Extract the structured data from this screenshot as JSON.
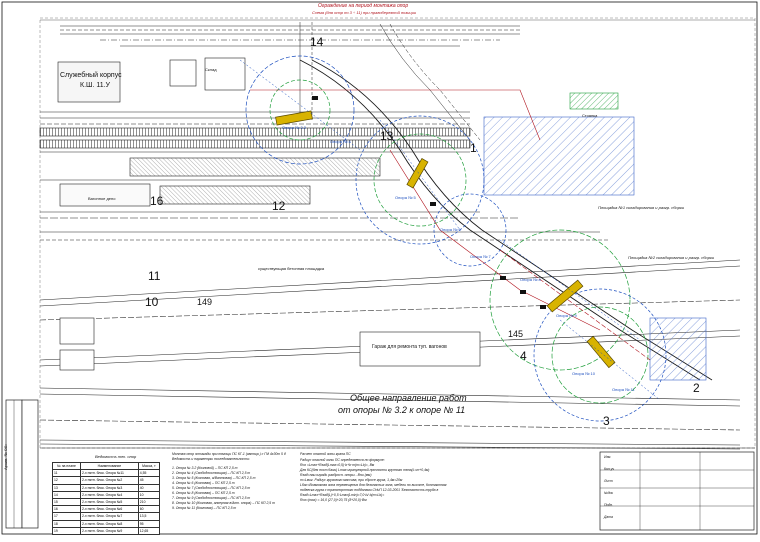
{
  "header": {
    "line1": "Ограждение на период монтажа опор",
    "line2": "Схема (для опор по 3 ÷ 11) при правобережной позиции"
  },
  "labels": {
    "service_building": "Служебный корпус",
    "service_building_sub": "К.Ш. 11.У",
    "concrete_pad": "существующая бетонная площадка",
    "garage": "Гараж для ремонта туп. вагонов",
    "direction_1": "Общее направление работ",
    "direction_2": "от опоры № 3.2 к опоре № 11",
    "vagon_depot": "Вагонное депо",
    "warehouse": "Склад",
    "car_park": "Стоянка",
    "platform_1": "Площадка №1 складирования и разгр. сборки",
    "platform_2": "Площадка №2 складирования и разгр. сборки",
    "numbers": [
      "14",
      "13",
      "12",
      "16",
      "10",
      "11",
      "149",
      "145",
      "4",
      "3",
      "2",
      "1"
    ]
  },
  "supports": {
    "items": [
      "Опора № 3.2",
      "Опора № 4",
      "Опора № 5",
      "Опора № 6",
      "Опора № 7",
      "Опора № 8",
      "Опора № 9",
      "Опора № 10",
      "Опора № 11"
    ]
  },
  "legend_table": {
    "title": "Ведомость тех. опор",
    "headers": [
      "№ на плане",
      "Наименование",
      "Масса, т"
    ],
    "rows": [
      [
        "11",
        "2-х пятн. блок. Опора №11",
        "4,55"
      ],
      [
        "12",
        "2-х пятн. блок. Опора №2",
        "45"
      ],
      [
        "13",
        "2-х пятн. блок. Опора №3",
        "40"
      ],
      [
        "14",
        "2-х пятн. блок. Опора №4",
        "10"
      ],
      [
        "15",
        "2-х пятн. блок. Опора №5",
        "210"
      ],
      [
        "16",
        "2-х пятн. блок. Опора №6",
        "60"
      ],
      [
        "17",
        "2-х пятн. блок. Опора №7",
        "13,5"
      ],
      [
        "18",
        "2-х пятн. блок. Опора №8",
        "95"
      ],
      [
        "19",
        "2-х пятн. блок. Опора №9",
        "12,65"
      ]
    ]
  },
  "notes_left": {
    "title": "Монтаж опор эстакады при помощи ПС КГ-1 (автокр.) с ГМ 4х30т 5 д",
    "subtitle": "Ведомость и параметры последовательности:",
    "lines": [
      "1. Опора № 3.2 (Козловой) – ПС КП 2,5 т",
      "2. Опора № 4 (Свободностоящая) – ПС КП 2,5 т",
      "3. Опора № 5 (Козловая, а/Вантовая) – ПС КП 2,5 т",
      "4. Опора № 6 (Козловая) – ПС КП 2,5 т",
      "5. Опора № 7 (Свободностоящая) – ПС КП 2,5 т",
      "6. Опора № 8 (Козловая) – ПС КП 2,5 т",
      "7. Опора № 9 (Свободностоящая) – ПС КП 2,5 т",
      "8. Опора № 10 (Козловая, анкерная в/Ант. опора) – ПС КП 2,5 т",
      "9. Опора № 11 (Козловая) – ПС КП 2,5 т"
    ]
  },
  "notes_right": {
    "title": "Расчет опасной зоны крана ПС",
    "lines": [
      "Радиус опасной зоны ПС определяется по формуле:",
      "Rоз =Lmax+Rзад(Lmax=0,5)·b+b·m(m=Lb)=, Вм",
      "Для КС(для пост.базы) Lmax=гранулярной прочности крупного тела(L=m+0,4м)",
      "Rзад=наи.оградь разбросн. опоры - Вни (мм)",
      "m=Lмиг. Радиус грузового массива, при сбросе груза, 1,4м=20м",
      "Lбас=Возможная зона перемещения для безопасных зона, мебели по высоте, Контактная",
      "подвеска груза с транспортного поддонами СНиП 12-03-2001 'Безопасность труда в",
      "Rзад=Lmax+Rзад(L)+0,5·Lmax(Lmin)=7,0·Ы·b(m=Lb)=",
      "Rоз=(max) = 16,0 (27,0)+20,75 (8+20,0)·Вм"
    ]
  },
  "titleblock": {
    "vertical_text": "Архив. № ОВ:",
    "rows": [
      "Изм.",
      "Кол.уч",
      "Лист",
      "№док",
      "Подп.",
      "Дата"
    ]
  },
  "colors": {
    "line": "#1a1a1a",
    "blue": "#1d4fbf",
    "green": "#1f9e3a",
    "red": "#b0121c",
    "yellow": "#d8b300",
    "hatch_blue": "#3c64c8"
  }
}
